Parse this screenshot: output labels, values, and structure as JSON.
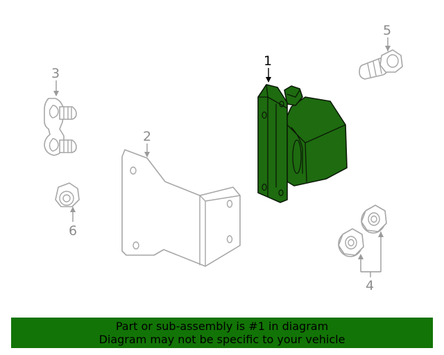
{
  "callouts": {
    "c1": "1",
    "c2": "2",
    "c3": "3",
    "c4": "4",
    "c5": "5",
    "c6": "6"
  },
  "banner": {
    "line1": "Part or sub-assembly is #1 in diagram",
    "line2": "Diagram may not be specific to your vehicle"
  },
  "colors": {
    "highlight_fill": "#1e6b10",
    "banner_background": "#127406",
    "part_line": "#a6a6a6",
    "callout_gray": "#8c8c8c",
    "callout_highlight": "#000000"
  }
}
